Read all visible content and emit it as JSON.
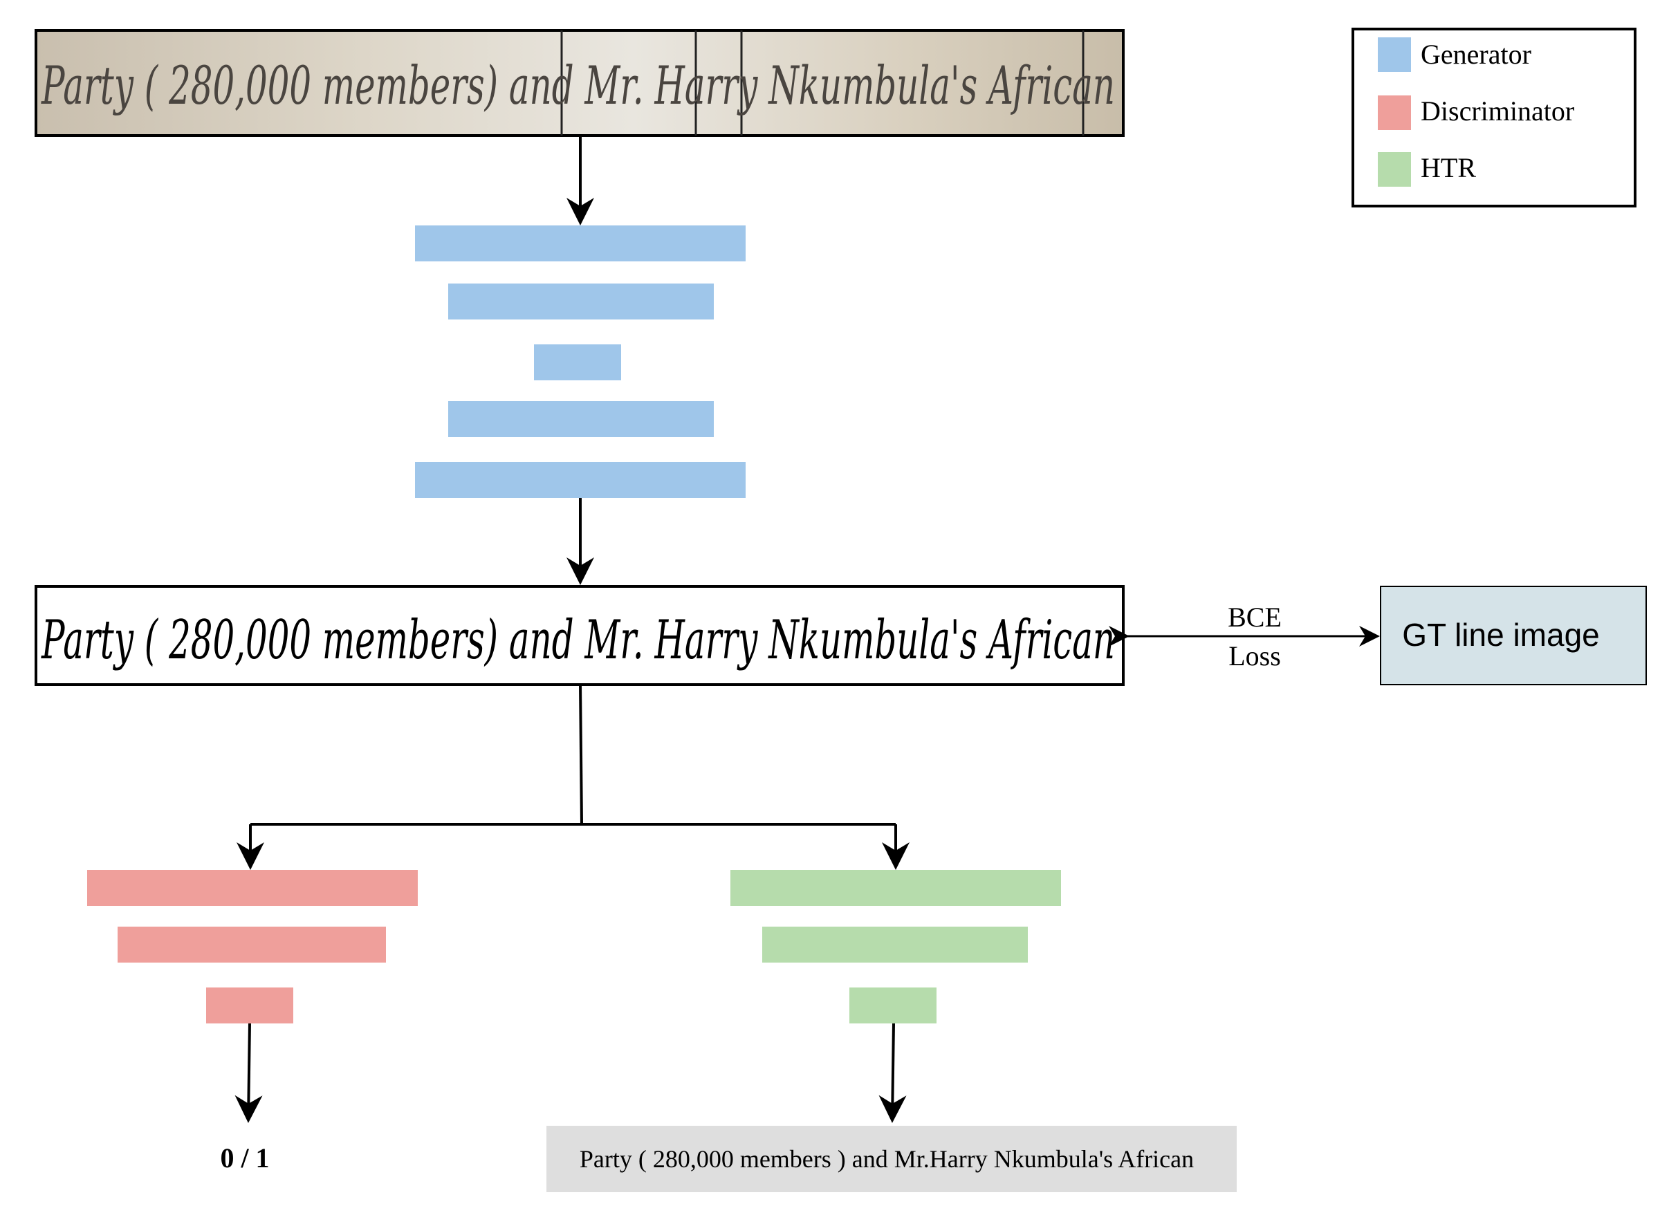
{
  "legend": {
    "items": [
      {
        "label": "Generator",
        "color": "#9fc6ea"
      },
      {
        "label": "Discriminator",
        "color": "#ef9f9b"
      },
      {
        "label": "HTR",
        "color": "#b6dcac"
      }
    ]
  },
  "colors": {
    "generator": "#9fc6ea",
    "discriminator": "#ef9f9b",
    "htr": "#b6dcac",
    "gt_box": "#d5e3e8",
    "htr_output_bg": "#dedede",
    "degraded_bg": "#cfc6b4"
  },
  "input_image": {
    "text": "Party ( 280,000 members) and Mr. Harry Nkumbula's African",
    "icon": "degraded-handwriting-image"
  },
  "output_image": {
    "text": "Party ( 280,000 members) and Mr. Harry Nkumbula's African",
    "icon": "clean-handwriting-image"
  },
  "loss": {
    "line1": "BCE",
    "line2": "Loss"
  },
  "gt": {
    "label": "GT line image"
  },
  "discriminator_output": {
    "label": "0 / 1"
  },
  "htr_output": {
    "text": "Party ( 280,000 members ) and Mr.Harry Nkumbula's African"
  }
}
